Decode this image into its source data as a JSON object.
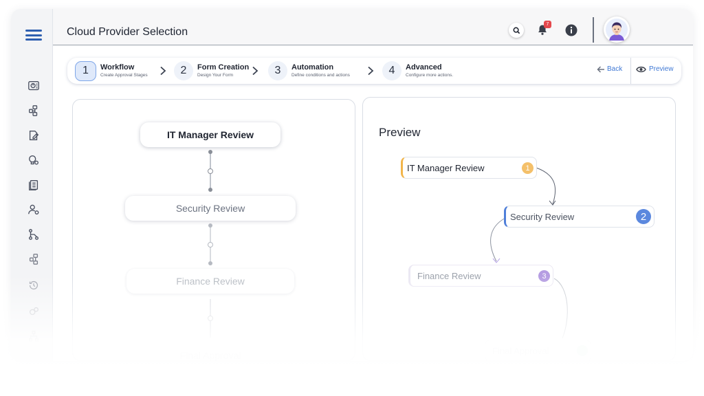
{
  "header": {
    "title": "Cloud Provider Selection",
    "notification_count": "7",
    "icons": [
      "search-icon",
      "bell-icon",
      "info-icon",
      "avatar"
    ]
  },
  "sidebar": {
    "items": [
      {
        "icon": "dashboard-icon"
      },
      {
        "icon": "workflow-icon"
      },
      {
        "icon": "edit-document-icon"
      },
      {
        "icon": "settings-bulb-icon"
      },
      {
        "icon": "documents-icon"
      },
      {
        "icon": "user-settings-icon"
      },
      {
        "icon": "hierarchy-icon"
      },
      {
        "icon": "grid-flow-icon"
      },
      {
        "icon": "history-icon"
      },
      {
        "icon": "gear-group-icon"
      },
      {
        "icon": "org-chart-icon"
      }
    ]
  },
  "stepper": {
    "steps": [
      {
        "num": "1",
        "title": "Workflow",
        "subtitle": "Create Approval Stages"
      },
      {
        "num": "2",
        "title": "Form Creation",
        "subtitle": "Design Your Form"
      },
      {
        "num": "3",
        "title": "Automation",
        "subtitle": "Define conditions and actions"
      },
      {
        "num": "4",
        "title": "Advanced",
        "subtitle": "Configure more actions."
      }
    ],
    "back_label": "Back",
    "preview_label": "Preview"
  },
  "workflow": {
    "nodes": [
      {
        "label": "IT Manager Review"
      },
      {
        "label": "Security Review"
      },
      {
        "label": "Finance Review"
      },
      {
        "label": "Final Approval"
      }
    ]
  },
  "preview": {
    "title": "Preview",
    "nodes": [
      {
        "label": "IT Manager Review",
        "badge": "1",
        "color": "#f2b54a"
      },
      {
        "label": "Security Review",
        "badge": "2",
        "color": "#4f7fd9"
      },
      {
        "label": "Finance Review",
        "badge": "3",
        "color": "#9b7fd4"
      },
      {
        "label": "Final Approval",
        "badge": "",
        "color": "#4caf7d"
      }
    ]
  },
  "colors": {
    "accent": "#3f78d4",
    "brand_nav": "#2e5fb0",
    "badge": "#e5484d"
  }
}
